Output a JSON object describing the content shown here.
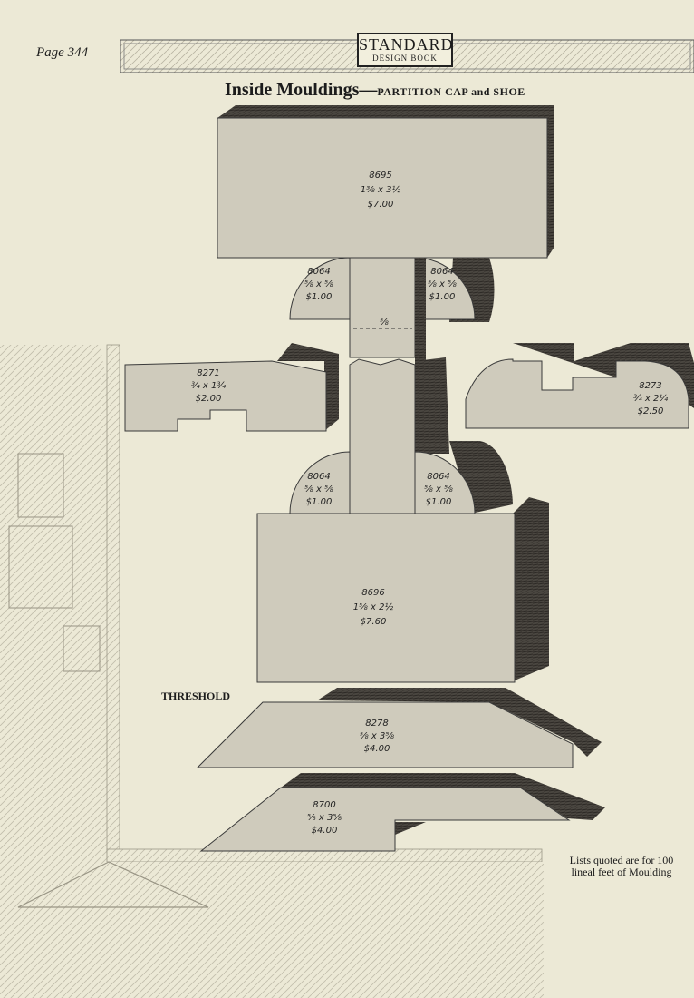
{
  "page": {
    "number": "Page 344"
  },
  "logo": {
    "line1": "STANDARD",
    "line2": "DESIGN BOOK"
  },
  "title": {
    "main": "Inside Mouldings",
    "dash": "—",
    "sub": "PARTITION CAP and SHOE"
  },
  "threshold_label": "THRESHOLD",
  "footnote": {
    "line1": "Lists quoted are for 100",
    "line2": "lineal feet of Moulding"
  },
  "mouldings": {
    "m8695": {
      "number": "8695",
      "size": "1⅜ x 3½",
      "price": "$7.00"
    },
    "m8064_ul": {
      "number": "8064",
      "size": "⅝ x ⅝",
      "price": "$1.00"
    },
    "m8064_ur": {
      "number": "8064",
      "size": "⅝ x ⅝",
      "price": "$1.00"
    },
    "gap_label": "⅝",
    "m8271": {
      "number": "8271",
      "size": "¾ x 1¾",
      "price": "$2.00"
    },
    "m8273": {
      "number": "8273",
      "size": "¾ x 2¼",
      "price": "$2.50"
    },
    "m8064_ll": {
      "number": "8064",
      "size": "⅝ x ⅝",
      "price": "$1.00"
    },
    "m8064_lr": {
      "number": "8064",
      "size": "⅝ x ⅝",
      "price": "$1.00"
    },
    "m8696": {
      "number": "8696",
      "size": "1⅝ x 2½",
      "price": "$7.60"
    },
    "m8278": {
      "number": "8278",
      "size": "⅝ x 3⅝",
      "price": "$4.00"
    },
    "m8700": {
      "number": "8700",
      "size": "⅝ x 3⅝",
      "price": "$4.00"
    }
  }
}
